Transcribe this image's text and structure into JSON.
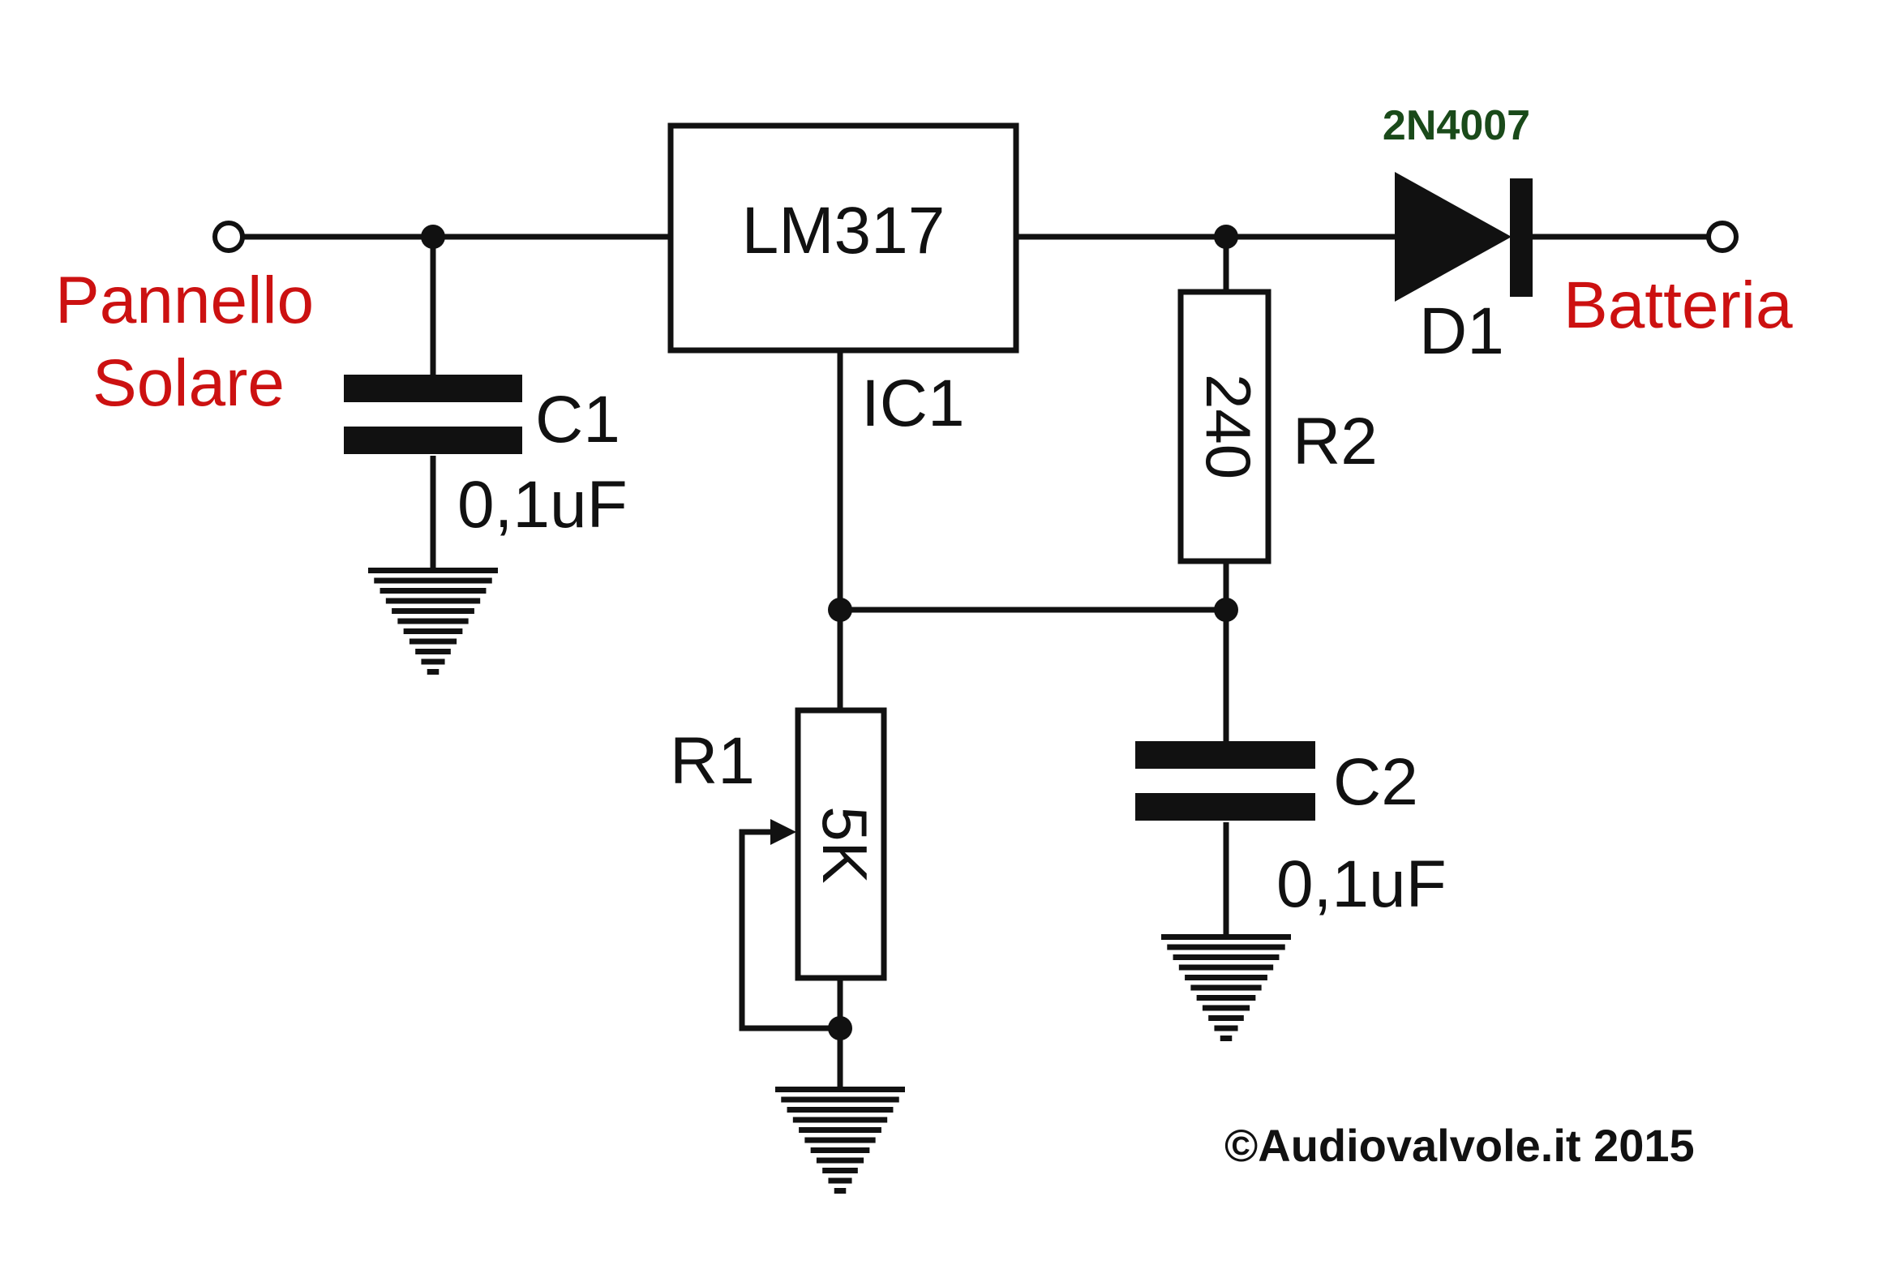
{
  "labels": {
    "input": [
      "Pannello",
      "Solare"
    ],
    "output": "Batteria",
    "ic_value": "LM317",
    "ic_ref": "IC1",
    "c1_ref": "C1",
    "c1_value": "0,1uF",
    "c2_ref": "C2",
    "c2_value": "0,1uF",
    "r2_ref": "R2",
    "r2_value": "240",
    "r1_ref": "R1",
    "r1_value": "5K",
    "d1_ref": "D1",
    "d1_part": "2N4007",
    "copyright": "©Audiovalvole.it 2015"
  },
  "colors": {
    "ink": "#111111",
    "terminal_label": "#cc1111",
    "diode_part": "#1a4a1a",
    "background": "#ffffff"
  }
}
